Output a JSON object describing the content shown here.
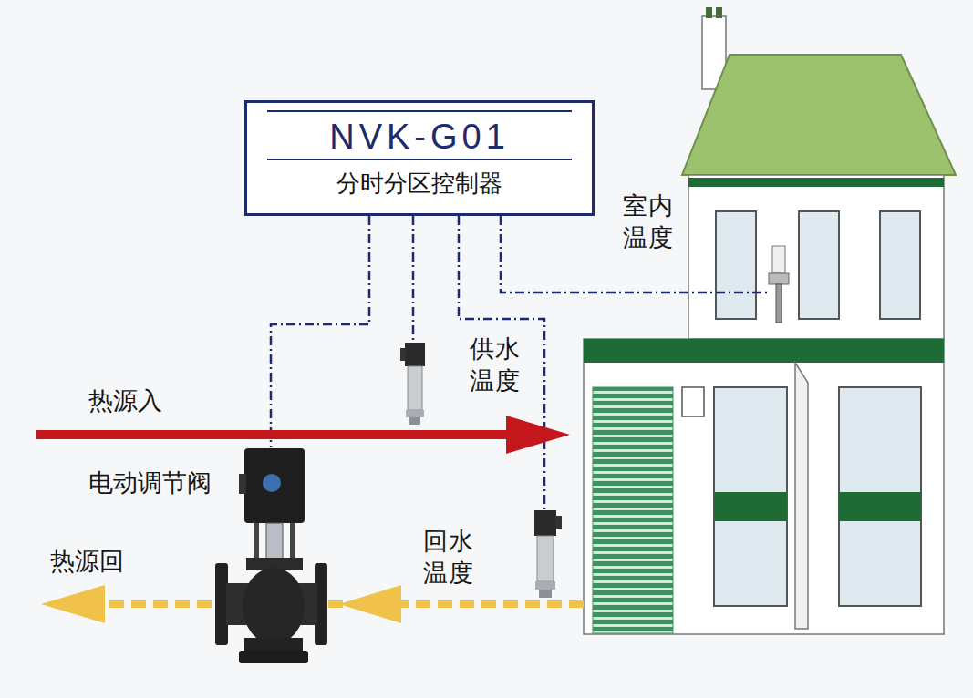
{
  "diagram": {
    "nodes": [
      {
        "text": [
          "NVK-G01",
          "分时分区控制器"
        ]
      }
    ],
    "labels": [
      "室内 温度",
      "供水 温度",
      "热源入",
      "电动调节阀",
      "热源回",
      "回水 温度"
    ]
  }
}
